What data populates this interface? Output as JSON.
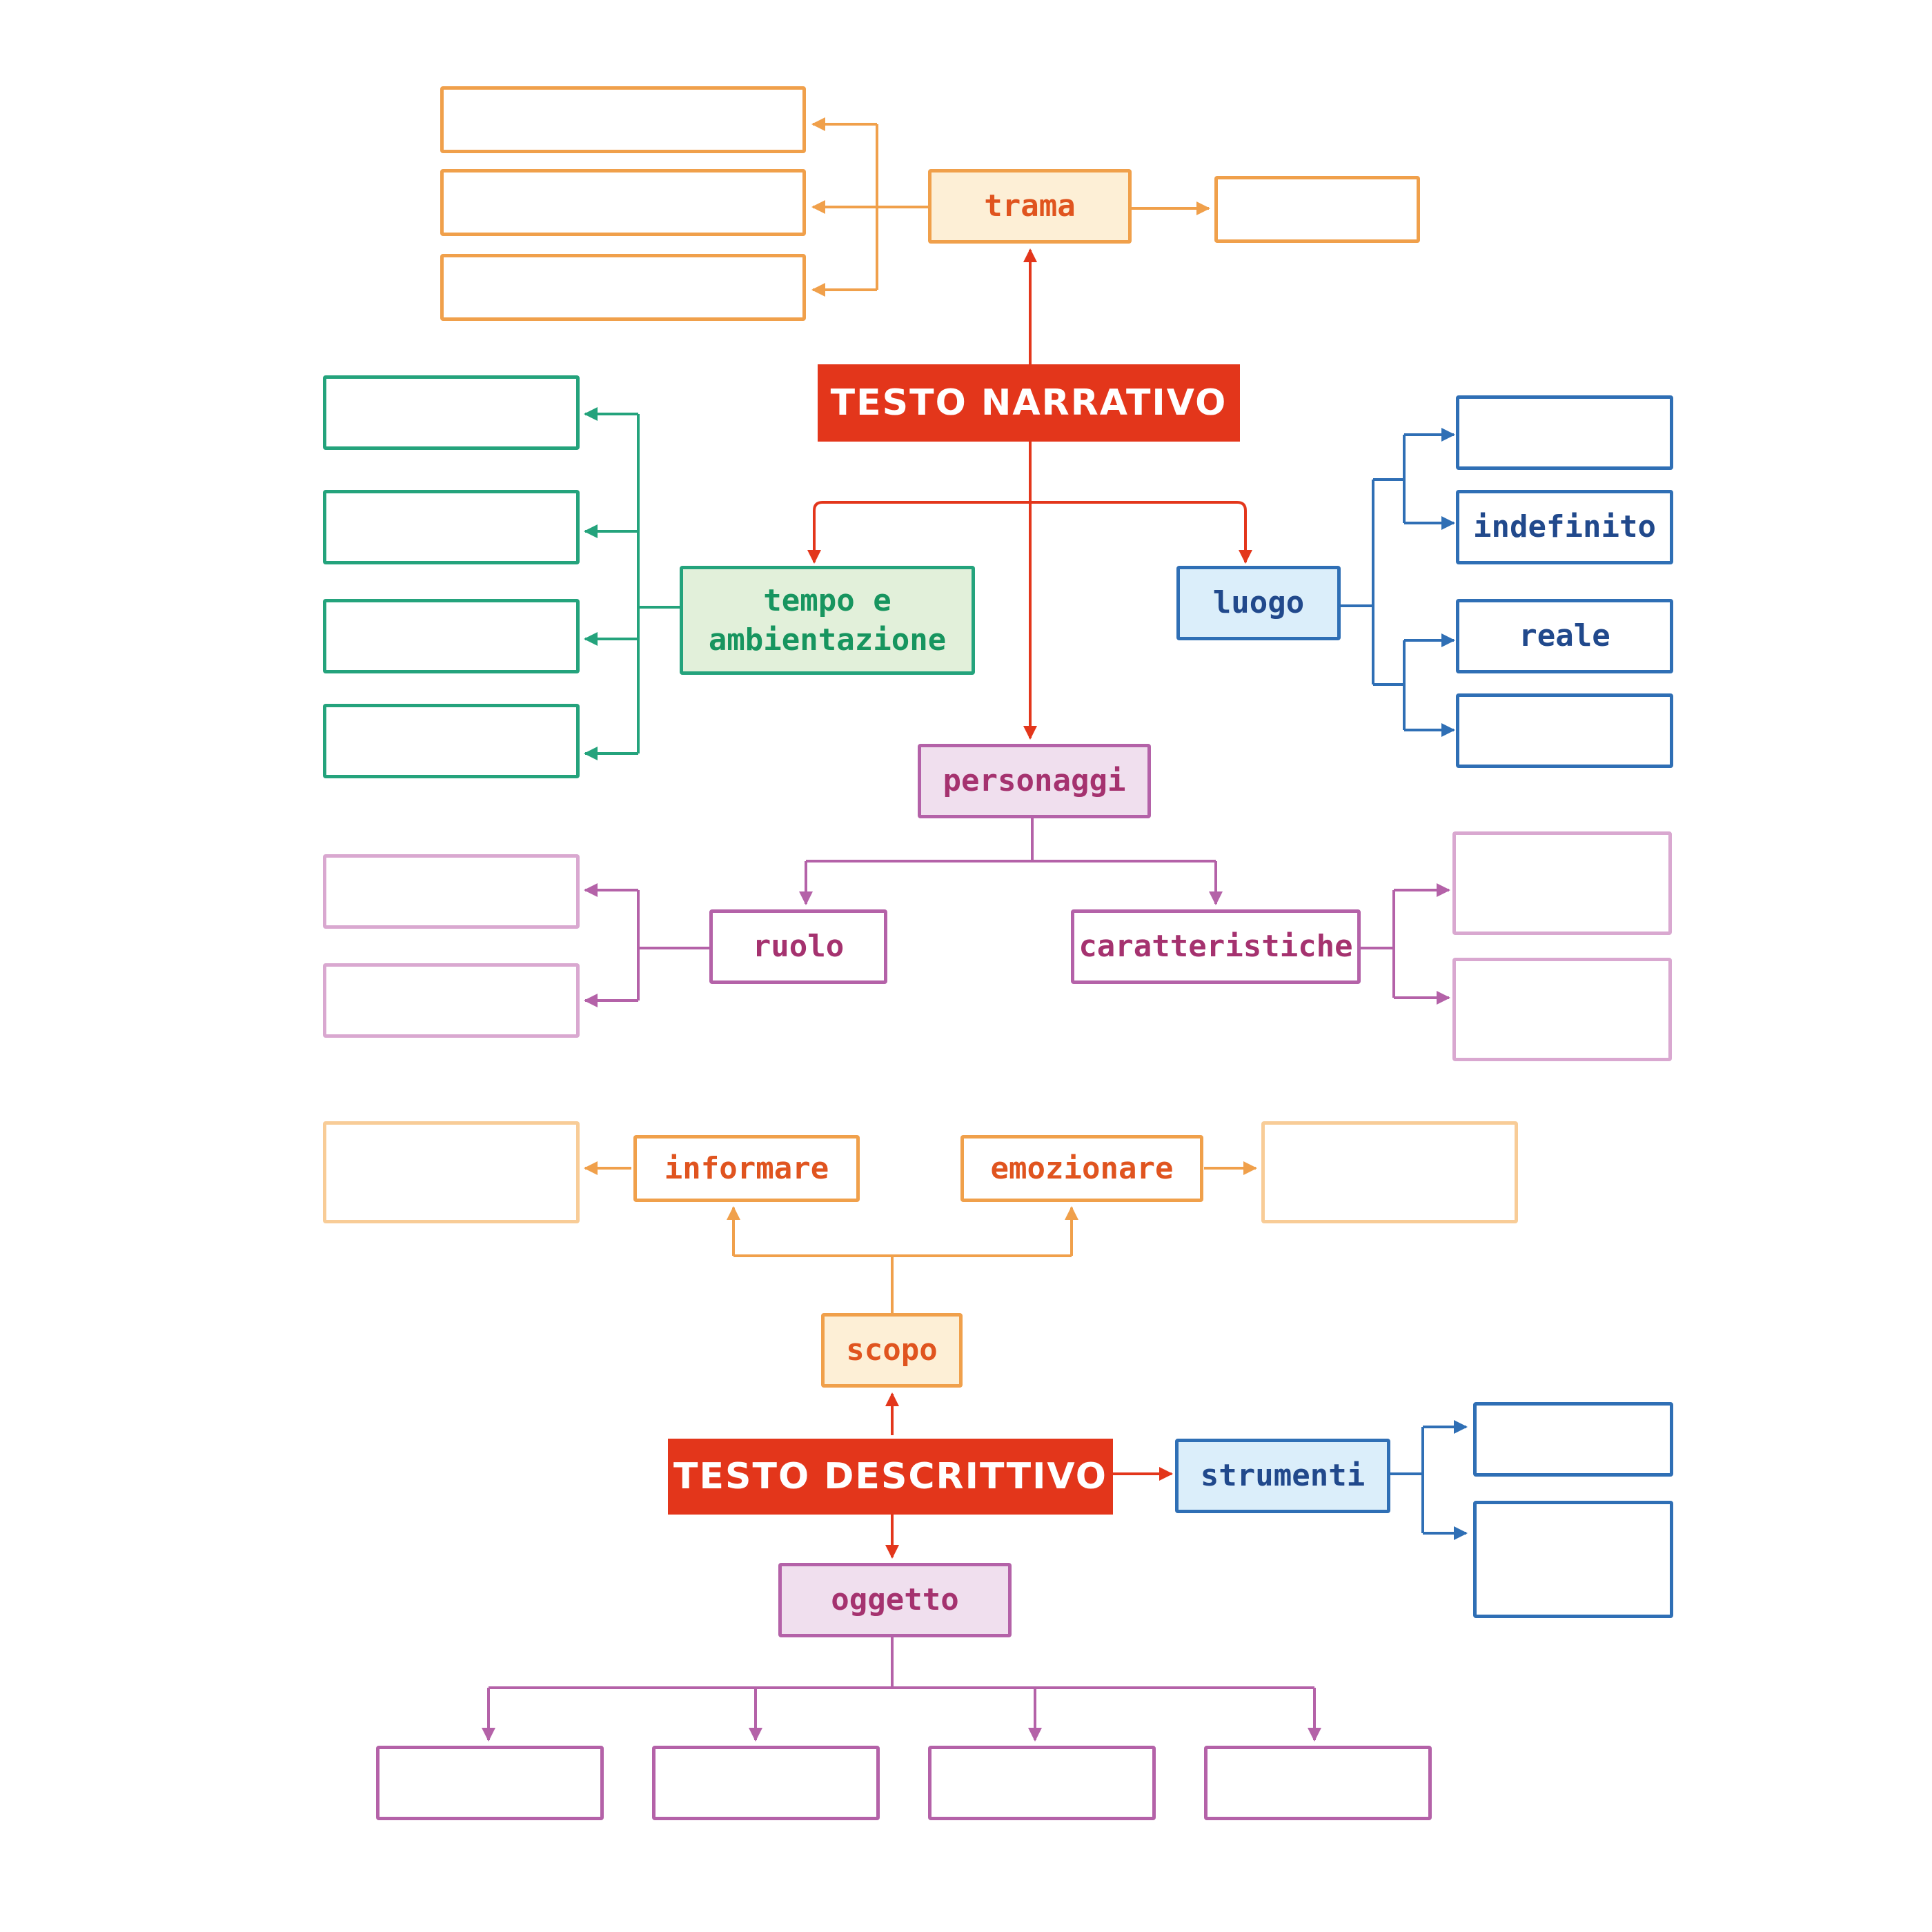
{
  "testo_narrativo": {
    "title": "TESTO NARRATIVO",
    "trama": "trama",
    "tempo_ambientazione": "tempo e\nambientazione",
    "luogo": "luogo",
    "luogo_options": [
      "indefinito",
      "reale"
    ],
    "personaggi": "personaggi",
    "ruolo": "ruolo",
    "caratteristiche": "caratteristiche"
  },
  "testo_descrittivo": {
    "title": "TESTO DESCRITTIVO",
    "scopo": "scopo",
    "informare": "informare",
    "emozionare": "emozionare",
    "strumenti": "strumenti",
    "oggetto": "oggetto"
  },
  "colors": {
    "main": "#e3361b",
    "orange": "#f0a04b",
    "green": "#24a37c",
    "blue": "#2f6fb5",
    "purple": "#b462a8"
  }
}
